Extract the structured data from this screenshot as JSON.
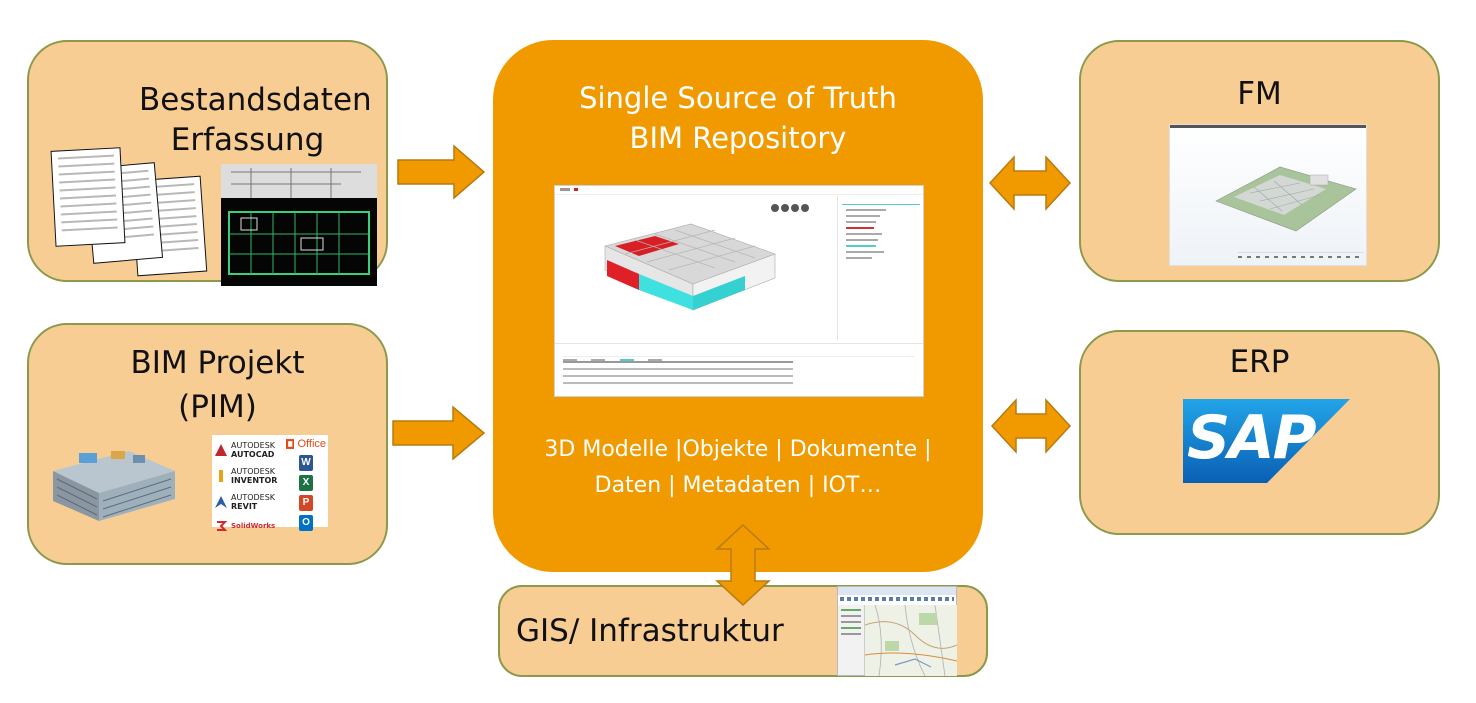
{
  "center": {
    "title_line1": "Single Source of Truth",
    "title_line2": "BIM Repository",
    "footer_line1": "3D Modelle |Objekte | Dokumente |",
    "footer_line2": "Daten | Metadaten | IOT…"
  },
  "bestand": {
    "title_line1": "Bestandsdaten",
    "title_line2": "Erfassung"
  },
  "bim_projekt": {
    "title_line1": "BIM Projekt",
    "title_line2": "(PIM)",
    "software": {
      "autocad": [
        "AUTODESK",
        "AUTOCAD"
      ],
      "inventor": [
        "AUTODESK",
        "INVENTOR"
      ],
      "revit": [
        "AUTODESK",
        "REVIT"
      ],
      "solidworks": "SolidWorks",
      "office": "Office"
    }
  },
  "fm": {
    "title": "FM"
  },
  "erp": {
    "title": "ERP",
    "logo_text": "SAP"
  },
  "gis": {
    "title": "GIS/ Infrastruktur"
  },
  "colors": {
    "center_fill": "#f09a00",
    "box_fill": "#f8cd94",
    "box_border": "#8a9a4a",
    "arrow_fill": "#f09a00",
    "arrow_border": "#b87a10",
    "sap_blue": "#0a6ec4"
  }
}
